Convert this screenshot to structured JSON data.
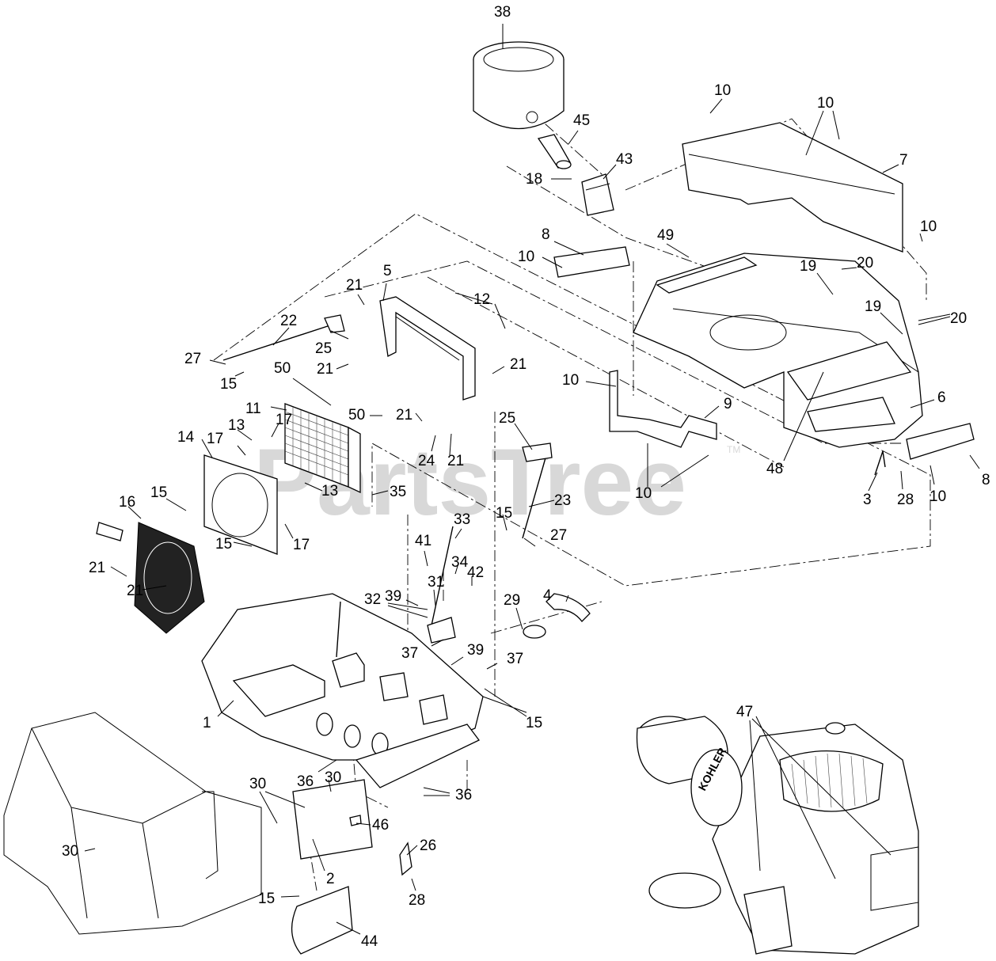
{
  "watermark": {
    "text": "PartsTree",
    "tm": "TM"
  },
  "engine_badge": "KOHLER",
  "callouts": [
    {
      "id": "c38",
      "label": "38"
    },
    {
      "id": "c45",
      "label": "45"
    },
    {
      "id": "c43",
      "label": "43"
    },
    {
      "id": "c18",
      "label": "18"
    },
    {
      "id": "c10a",
      "label": "10"
    },
    {
      "id": "c10b",
      "label": "10"
    },
    {
      "id": "c7",
      "label": "7"
    },
    {
      "id": "c10c",
      "label": "10"
    },
    {
      "id": "c8a",
      "label": "8"
    },
    {
      "id": "c10d",
      "label": "10"
    },
    {
      "id": "c49",
      "label": "49"
    },
    {
      "id": "c19a",
      "label": "19"
    },
    {
      "id": "c20a",
      "label": "20"
    },
    {
      "id": "c19b",
      "label": "19"
    },
    {
      "id": "c20b",
      "label": "20"
    },
    {
      "id": "c5",
      "label": "5"
    },
    {
      "id": "c21a",
      "label": "21"
    },
    {
      "id": "c12",
      "label": "12"
    },
    {
      "id": "c22",
      "label": "22"
    },
    {
      "id": "c25a",
      "label": "25"
    },
    {
      "id": "c27a",
      "label": "27"
    },
    {
      "id": "c15a",
      "label": "15"
    },
    {
      "id": "c21b",
      "label": "21"
    },
    {
      "id": "c50a",
      "label": "50"
    },
    {
      "id": "c21c",
      "label": "21"
    },
    {
      "id": "c10e",
      "label": "10"
    },
    {
      "id": "c9",
      "label": "9"
    },
    {
      "id": "c6",
      "label": "6"
    },
    {
      "id": "c11",
      "label": "11"
    },
    {
      "id": "c50b",
      "label": "50"
    },
    {
      "id": "c21d",
      "label": "21"
    },
    {
      "id": "c25b",
      "label": "25"
    },
    {
      "id": "c24",
      "label": "24"
    },
    {
      "id": "c21e",
      "label": "21"
    },
    {
      "id": "c48",
      "label": "48"
    },
    {
      "id": "c14",
      "label": "14"
    },
    {
      "id": "c17a",
      "label": "17"
    },
    {
      "id": "c13a",
      "label": "13"
    },
    {
      "id": "c17b",
      "label": "17"
    },
    {
      "id": "c10f",
      "label": "10"
    },
    {
      "id": "c8b",
      "label": "8"
    },
    {
      "id": "c15b",
      "label": "15"
    },
    {
      "id": "c35",
      "label": "35"
    },
    {
      "id": "c13b",
      "label": "13"
    },
    {
      "id": "c3",
      "label": "3"
    },
    {
      "id": "c28a",
      "label": "28"
    },
    {
      "id": "c10g",
      "label": "10"
    },
    {
      "id": "c16",
      "label": "16"
    },
    {
      "id": "c23",
      "label": "23"
    },
    {
      "id": "c15c",
      "label": "15"
    },
    {
      "id": "c17c",
      "label": "17"
    },
    {
      "id": "c33",
      "label": "33"
    },
    {
      "id": "c15d",
      "label": "15"
    },
    {
      "id": "c27b",
      "label": "27"
    },
    {
      "id": "c41",
      "label": "41"
    },
    {
      "id": "c34",
      "label": "34"
    },
    {
      "id": "c42",
      "label": "42"
    },
    {
      "id": "c21f",
      "label": "21"
    },
    {
      "id": "c31",
      "label": "31"
    },
    {
      "id": "c39a",
      "label": "39"
    },
    {
      "id": "c29",
      "label": "29"
    },
    {
      "id": "c4",
      "label": "4"
    },
    {
      "id": "c21g",
      "label": "21"
    },
    {
      "id": "c32",
      "label": "32"
    },
    {
      "id": "c37a",
      "label": "37"
    },
    {
      "id": "c39b",
      "label": "39"
    },
    {
      "id": "c37b",
      "label": "37"
    },
    {
      "id": "c47",
      "label": "47"
    },
    {
      "id": "c15e",
      "label": "15"
    },
    {
      "id": "c1",
      "label": "1"
    },
    {
      "id": "c36a",
      "label": "36"
    },
    {
      "id": "c30a",
      "label": "30"
    },
    {
      "id": "c30b",
      "label": "30"
    },
    {
      "id": "c36b",
      "label": "36"
    },
    {
      "id": "c46",
      "label": "46"
    },
    {
      "id": "c30c",
      "label": "30"
    },
    {
      "id": "c26",
      "label": "26"
    },
    {
      "id": "c2",
      "label": "2"
    },
    {
      "id": "c28b",
      "label": "28"
    },
    {
      "id": "c15f",
      "label": "15"
    },
    {
      "id": "c44",
      "label": "44"
    }
  ]
}
